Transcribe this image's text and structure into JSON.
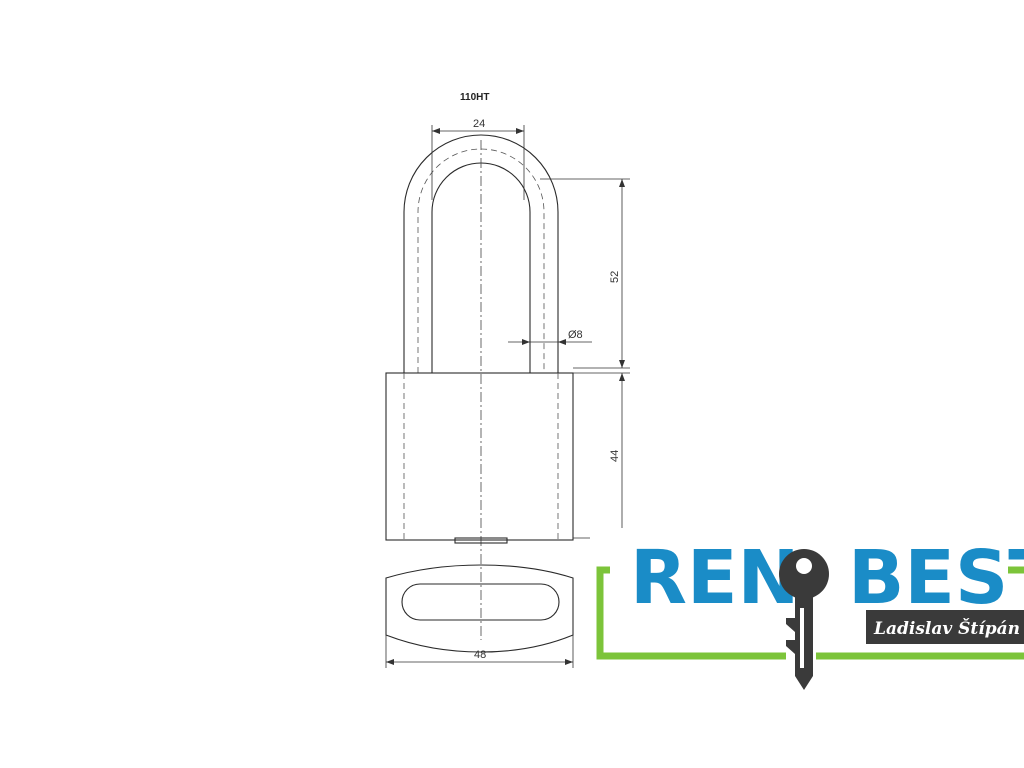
{
  "drawing": {
    "model": "110HT",
    "dimensions": {
      "shackle_width": "24",
      "shackle_clearance": "52",
      "shackle_diameter": "Ø8",
      "body_height": "44",
      "body_width": "48"
    }
  },
  "logo": {
    "brand_left": "REN",
    "brand_right": "BEST",
    "owner": "Ladislav Štípán",
    "colors": {
      "blue": "#1a8cc7",
      "green": "#7cc43a",
      "dark": "#3a3a3a"
    }
  }
}
